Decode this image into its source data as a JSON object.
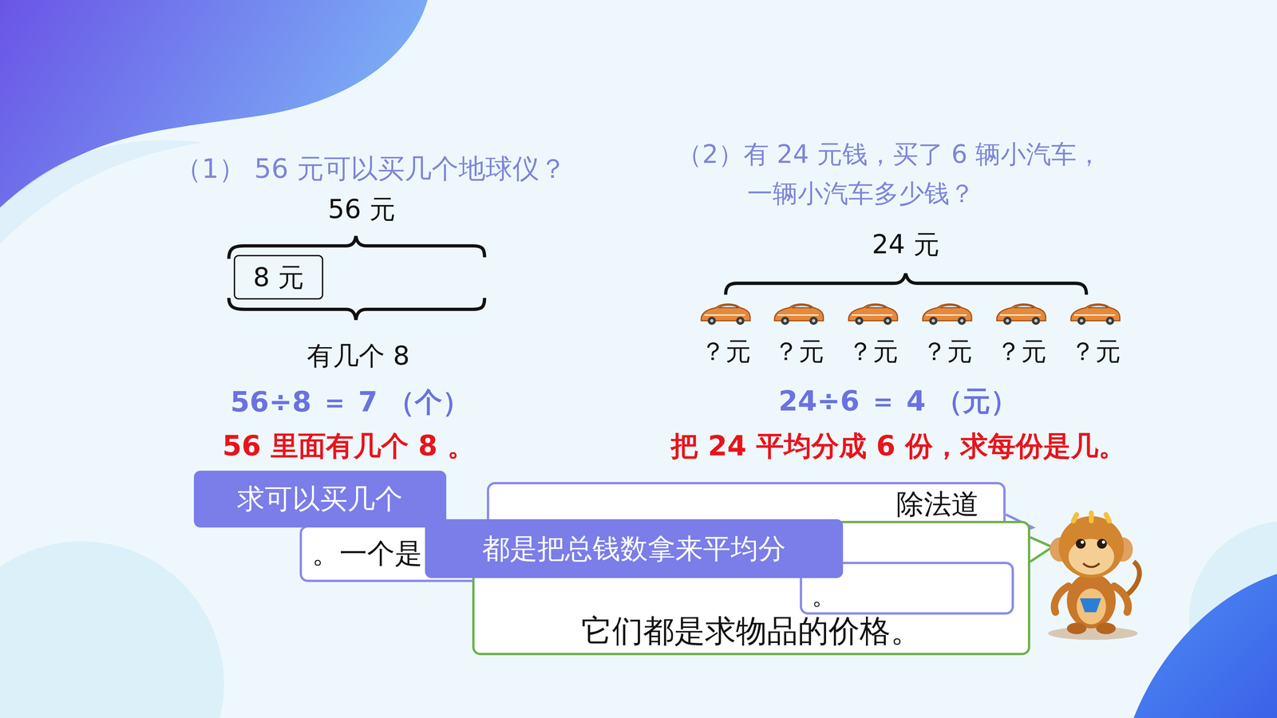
{
  "diagram": {
    "nodes": [
      {
        "text": [
          "8 元"
        ]
      },
      {
        "text": [
          "求可以买几个"
        ]
      },
      {
        "text": [
          "除法道"
        ]
      },
      {
        "text": [
          "。一个是"
        ]
      },
      {
        "text": [
          "它们都是求物品的价格。"
        ]
      },
      {
        "text": [
          "都是把总钱数拿来平均分"
        ]
      },
      {
        "text": [
          "。"
        ]
      }
    ],
    "labels": [
      "（1） 56 元可以买几个地球仪？",
      "56 元",
      "有几个 8",
      "56÷8 ＝ 7 （个）",
      "56 里面有几个 8 。",
      "（2）有 24 元钱，买了 6 辆小汽车，",
      "一辆小汽车多少钱？",
      "24 元",
      "？元",
      "？元",
      "？元",
      "？元",
      "？元",
      "？元",
      "24÷6 ＝ 4 （元）",
      "把 24 平均分成 6 份，求每份是几。"
    ]
  }
}
